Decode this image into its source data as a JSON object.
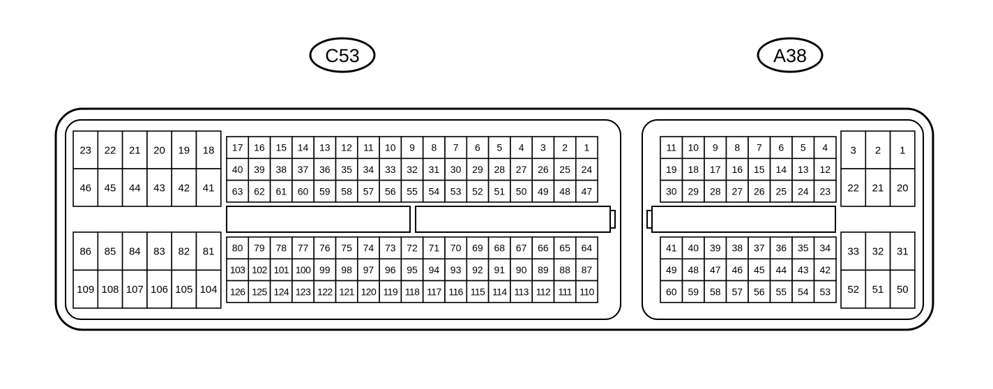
{
  "labels": {
    "left": "C53",
    "right": "A38"
  },
  "c53": {
    "left_upper": [
      [
        "23",
        "22",
        "21",
        "20",
        "19",
        "18"
      ],
      [
        "46",
        "45",
        "44",
        "43",
        "42",
        "41"
      ]
    ],
    "left_lower": [
      [
        "86",
        "85",
        "84",
        "83",
        "82",
        "81"
      ],
      [
        "109",
        "108",
        "107",
        "106",
        "105",
        "104"
      ]
    ],
    "center_upper": [
      [
        "17",
        "16",
        "15",
        "14",
        "13",
        "12",
        "11",
        "10",
        "9",
        "8",
        "7",
        "6",
        "5",
        "4",
        "3",
        "2",
        "1"
      ],
      [
        "40",
        "39",
        "38",
        "37",
        "36",
        "35",
        "34",
        "33",
        "32",
        "31",
        "30",
        "29",
        "28",
        "27",
        "26",
        "25",
        "24"
      ],
      [
        "63",
        "62",
        "61",
        "60",
        "59",
        "58",
        "57",
        "56",
        "55",
        "54",
        "53",
        "52",
        "51",
        "50",
        "49",
        "48",
        "47"
      ]
    ],
    "center_lower": [
      [
        "80",
        "79",
        "78",
        "77",
        "76",
        "75",
        "74",
        "73",
        "72",
        "71",
        "70",
        "69",
        "68",
        "67",
        "66",
        "65",
        "64"
      ],
      [
        "103",
        "102",
        "101",
        "100",
        "99",
        "98",
        "97",
        "96",
        "95",
        "94",
        "93",
        "92",
        "91",
        "90",
        "89",
        "88",
        "87"
      ],
      [
        "126",
        "125",
        "124",
        "123",
        "122",
        "121",
        "120",
        "119",
        "118",
        "117",
        "116",
        "115",
        "114",
        "113",
        "112",
        "111",
        "110"
      ]
    ]
  },
  "a38": {
    "center_upper": [
      [
        "11",
        "10",
        "9",
        "8",
        "7",
        "6",
        "5",
        "4"
      ],
      [
        "19",
        "18",
        "17",
        "16",
        "15",
        "14",
        "13",
        "12"
      ],
      [
        "30",
        "29",
        "28",
        "27",
        "26",
        "25",
        "24",
        "23"
      ]
    ],
    "center_lower": [
      [
        "41",
        "40",
        "39",
        "38",
        "37",
        "36",
        "35",
        "34"
      ],
      [
        "49",
        "48",
        "47",
        "46",
        "45",
        "44",
        "43",
        "42"
      ],
      [
        "60",
        "59",
        "58",
        "57",
        "56",
        "55",
        "54",
        "53"
      ]
    ],
    "right_upper": [
      [
        "3",
        "2",
        "1"
      ],
      [
        "22",
        "21",
        "20"
      ]
    ],
    "right_lower": [
      [
        "33",
        "32",
        "31"
      ],
      [
        "52",
        "51",
        "50"
      ]
    ]
  }
}
